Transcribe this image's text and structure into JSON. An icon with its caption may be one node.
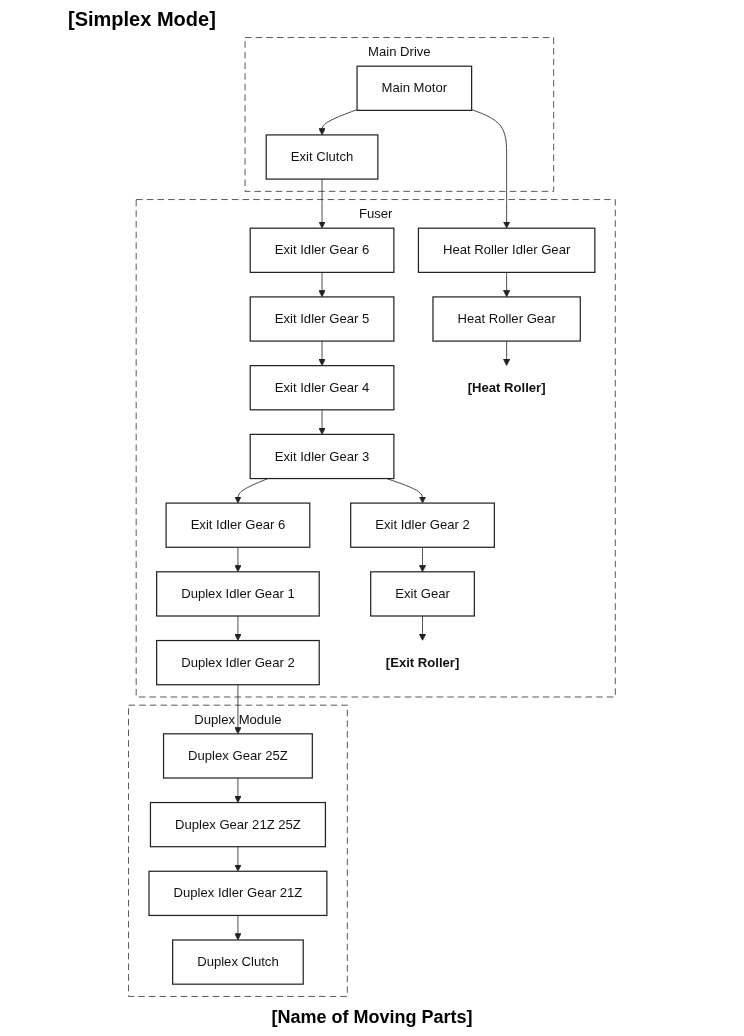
{
  "diagram": {
    "title": "[Simplex Mode]",
    "nodes": [
      {
        "text": [
          "Main Drive"
        ]
      },
      {
        "text": [
          "Main Motor"
        ],
        "in": 0
      },
      {
        "text": [
          "Exit Clutch"
        ],
        "in": 0
      },
      {
        "text": [
          "Fuser"
        ]
      },
      {
        "text": [
          "Exit Idler Gear 6"
        ],
        "in": 3
      },
      {
        "text": [
          "Exit Idler Gear 5"
        ],
        "in": 3
      },
      {
        "text": [
          "Exit Idler Gear 4"
        ],
        "in": 3
      },
      {
        "text": [
          "Exit Idler Gear 3"
        ],
        "in": 3
      },
      {
        "text": [
          "Exit Idler Gear 6"
        ],
        "in": 3
      },
      {
        "text": [
          "Exit Idler Gear 2"
        ],
        "in": 3
      },
      {
        "text": [
          "Heat Roller Idler Gear"
        ],
        "in": 3
      },
      {
        "text": [
          "Duplex Idler Gear 1"
        ],
        "in": 3
      },
      {
        "text": [
          "Exit Gear"
        ],
        "in": 3
      },
      {
        "text": [
          "Heat Roller Gear"
        ],
        "in": 3
      },
      {
        "text": [
          "Duplex Idler Gear 2"
        ],
        "in": 3
      },
      {
        "text": [
          "[Exit Roller]"
        ],
        "in": 3
      },
      {
        "text": [
          "[Heat Roller]"
        ],
        "in": 3
      },
      {
        "text": [
          "Duplex Module"
        ]
      },
      {
        "text": [
          "Duplex Gear 25Z"
        ],
        "in": 17
      },
      {
        "text": [
          "Duplex Gear 21Z 25Z"
        ],
        "in": 17
      },
      {
        "text": [
          "Duplex Idler Gear 21Z"
        ],
        "in": 17
      },
      {
        "text": [
          "Duplex Clutch"
        ],
        "in": 17
      }
    ],
    "edges": [
      {
        "from": 1,
        "to": 2,
        "arrow": "to"
      },
      {
        "from": 1,
        "to": 10,
        "arrow": "to"
      },
      {
        "from": 2,
        "to": 4,
        "arrow": "to"
      },
      {
        "from": 4,
        "to": 5,
        "arrow": "to"
      },
      {
        "from": 5,
        "to": 6,
        "arrow": "to"
      },
      {
        "from": 6,
        "to": 7,
        "arrow": "to"
      },
      {
        "from": 7,
        "to": 8,
        "arrow": "to"
      },
      {
        "from": 7,
        "to": 9,
        "arrow": "to"
      },
      {
        "from": 9,
        "to": 12,
        "arrow": "to"
      },
      {
        "from": 12,
        "to": 15,
        "arrow": "to"
      },
      {
        "from": 10,
        "to": 13,
        "arrow": "to"
      },
      {
        "from": 13,
        "to": 16,
        "arrow": "to"
      },
      {
        "from": 8,
        "to": 11,
        "arrow": "to"
      },
      {
        "from": 11,
        "to": 14,
        "arrow": "to"
      },
      {
        "from": 14,
        "to": 18,
        "arrow": "to"
      },
      {
        "from": 18,
        "to": 19,
        "arrow": "to"
      },
      {
        "from": 19,
        "to": 20,
        "arrow": "to"
      },
      {
        "from": 20,
        "to": 21,
        "arrow": "to"
      }
    ],
    "labels": [
      "[Name of Moving Parts]"
    ]
  }
}
